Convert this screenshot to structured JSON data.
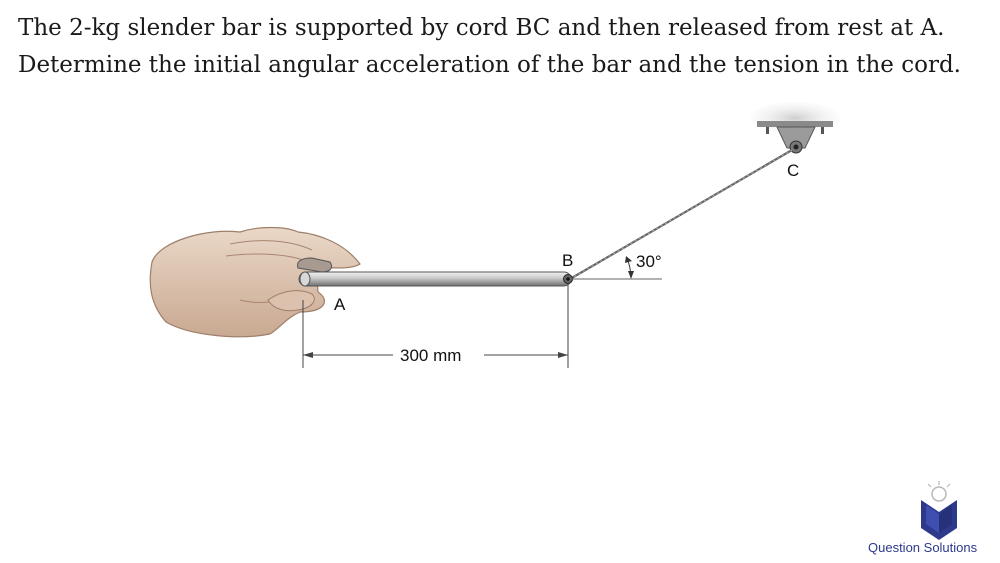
{
  "problem": {
    "line1": "The 2-kg slender bar is supported by cord BC and then released from rest at A.",
    "line2": "Determine the initial angular acceleration of the bar and the tension in the cord."
  },
  "figure": {
    "point_a": "A",
    "point_b": "B",
    "point_c": "C",
    "angle_label": "30°",
    "dimension_label": "300 mm"
  },
  "branding": {
    "name": "Question Solutions",
    "logo_icon": "book-lightbulb-icon",
    "color": "#2d3a8c"
  }
}
